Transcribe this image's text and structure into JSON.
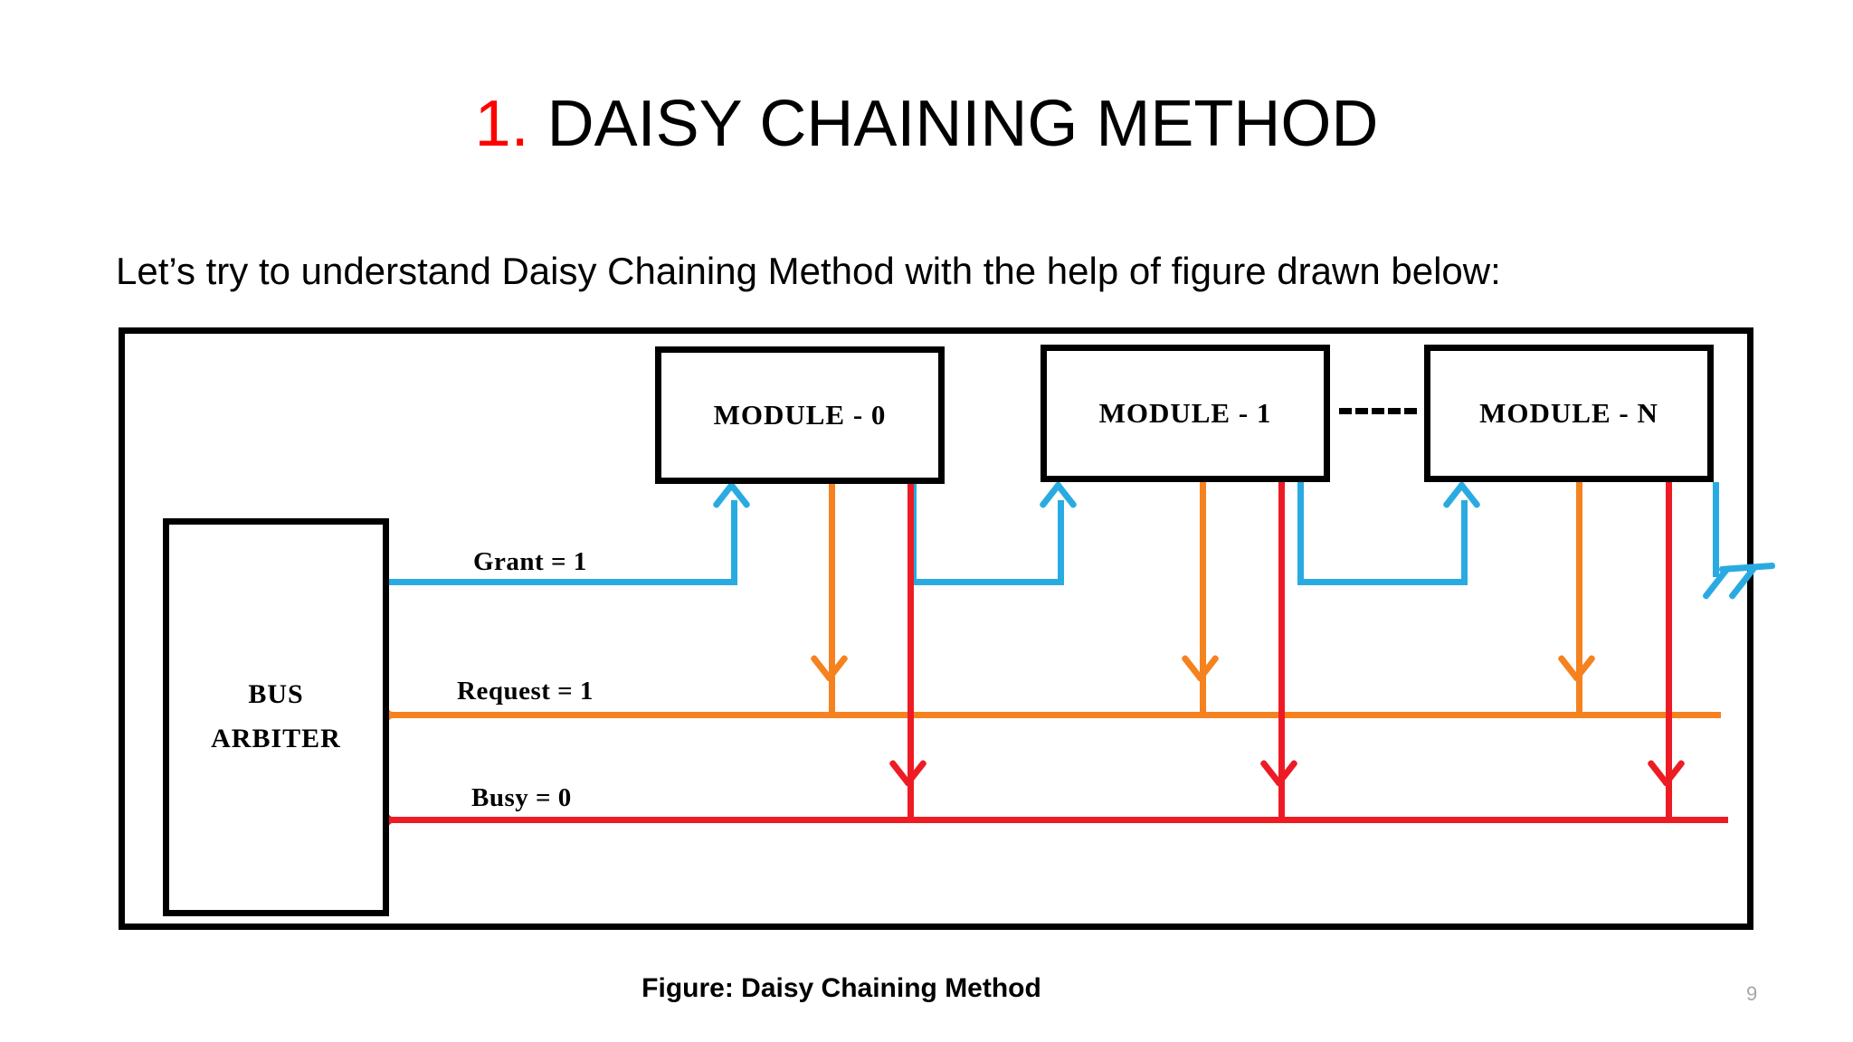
{
  "slide": {
    "title_number": "1.",
    "title_text": " DAISY CHAINING METHOD",
    "subtitle": "Let’s try to understand Daisy Chaining Method with the help of figure drawn below:",
    "caption": "Figure: Daisy Chaining Method",
    "page_number": "9"
  },
  "colors": {
    "title_number": "#ff0000",
    "grant_wire": "#29ABE2",
    "request_wire": "#F5821F",
    "busy_wire": "#ED1C24",
    "box_border": "#000000",
    "page_number": "#a6a6a6"
  },
  "figure": {
    "arbiter": {
      "line1": "BUS",
      "line2": "ARBITER"
    },
    "modules": [
      {
        "label": "MODULE - 0"
      },
      {
        "label": "MODULE - 1"
      },
      {
        "label": "MODULE - N"
      }
    ],
    "continuation": "- - - -",
    "signals": [
      {
        "name": "grant",
        "label": "Grant = 1",
        "color": "#29ABE2",
        "direction": "arbiter-to-modules"
      },
      {
        "name": "request",
        "label": "Request = 1",
        "color": "#F5821F",
        "direction": "modules-to-arbiter"
      },
      {
        "name": "busy",
        "label": "Busy = 0",
        "color": "#ED1C24",
        "direction": "modules-to-arbiter"
      }
    ]
  }
}
